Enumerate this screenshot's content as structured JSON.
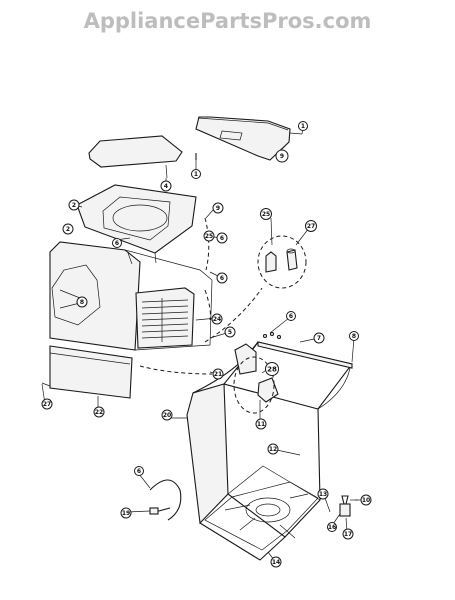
{
  "watermark": "AppliancePartsPros.com",
  "callouts": [
    "1",
    "9",
    "1",
    "4",
    "2",
    "8",
    "25",
    "9",
    "6",
    "2",
    "6",
    "25",
    "27",
    "6",
    "24",
    "5",
    "6",
    "7",
    "8",
    "21",
    "28",
    "27",
    "22",
    "20",
    "11",
    "12",
    "6",
    "13",
    "10",
    "19",
    "16",
    "17",
    "14"
  ]
}
